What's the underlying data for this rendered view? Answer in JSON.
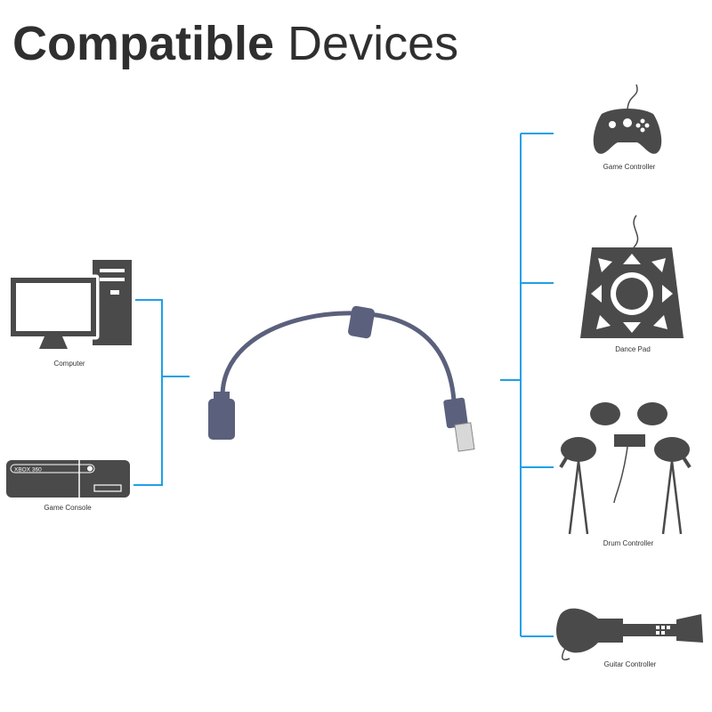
{
  "title": {
    "bold": "Compatible",
    "light": "Devices"
  },
  "colors": {
    "line": "#1ea0e6",
    "icon": "#4a4a4a",
    "cable": "#5b607c"
  },
  "left_devices": [
    {
      "label": "Computer",
      "icon": "computer-icon"
    },
    {
      "label": "Game Console",
      "icon": "game-console-icon",
      "logo_text": "XBOX 360"
    }
  ],
  "right_devices": [
    {
      "label": "Game Controller",
      "icon": "game-controller-icon"
    },
    {
      "label": "Dance Pad",
      "icon": "dance-pad-icon"
    },
    {
      "label": "Drum Controller",
      "icon": "drum-controller-icon"
    },
    {
      "label": "Guitar Controller",
      "icon": "guitar-controller-icon"
    }
  ]
}
